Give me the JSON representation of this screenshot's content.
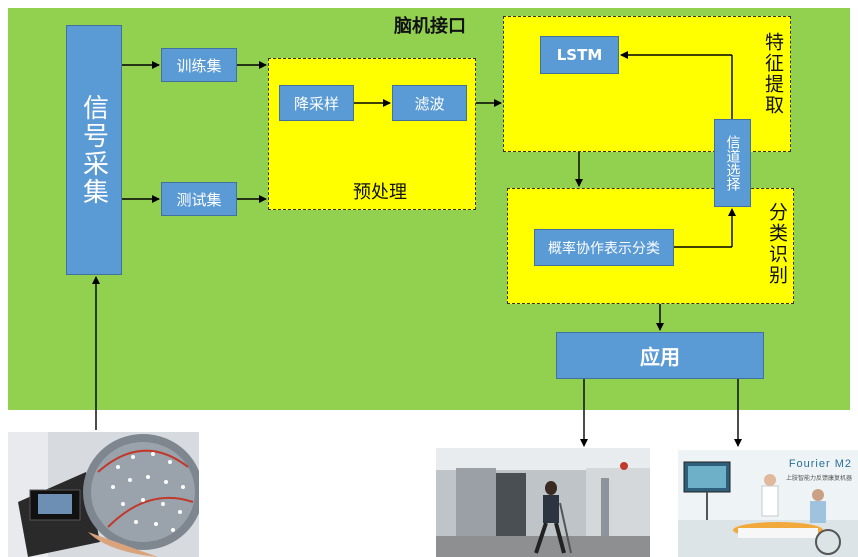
{
  "title": "脑机接口",
  "signal_acquisition": "信号采集",
  "train_set": "训练集",
  "test_set": "测试集",
  "preprocess": {
    "label": "预处理",
    "downsample": "降采样",
    "filter": "滤波"
  },
  "feature": {
    "label": "特征提取",
    "lstm": "LSTM",
    "channel_select": "信道选择"
  },
  "classify": {
    "label": "分类识别",
    "method": "概率协作表示分类"
  },
  "application": "应用",
  "photos": {
    "right_brand": "Fourier M2",
    "right_caption": "上肢智能力反馈康复机器"
  },
  "colors": {
    "panel": "#92D050",
    "box": "#5B9BD5",
    "highlight": "#FFFF00"
  }
}
